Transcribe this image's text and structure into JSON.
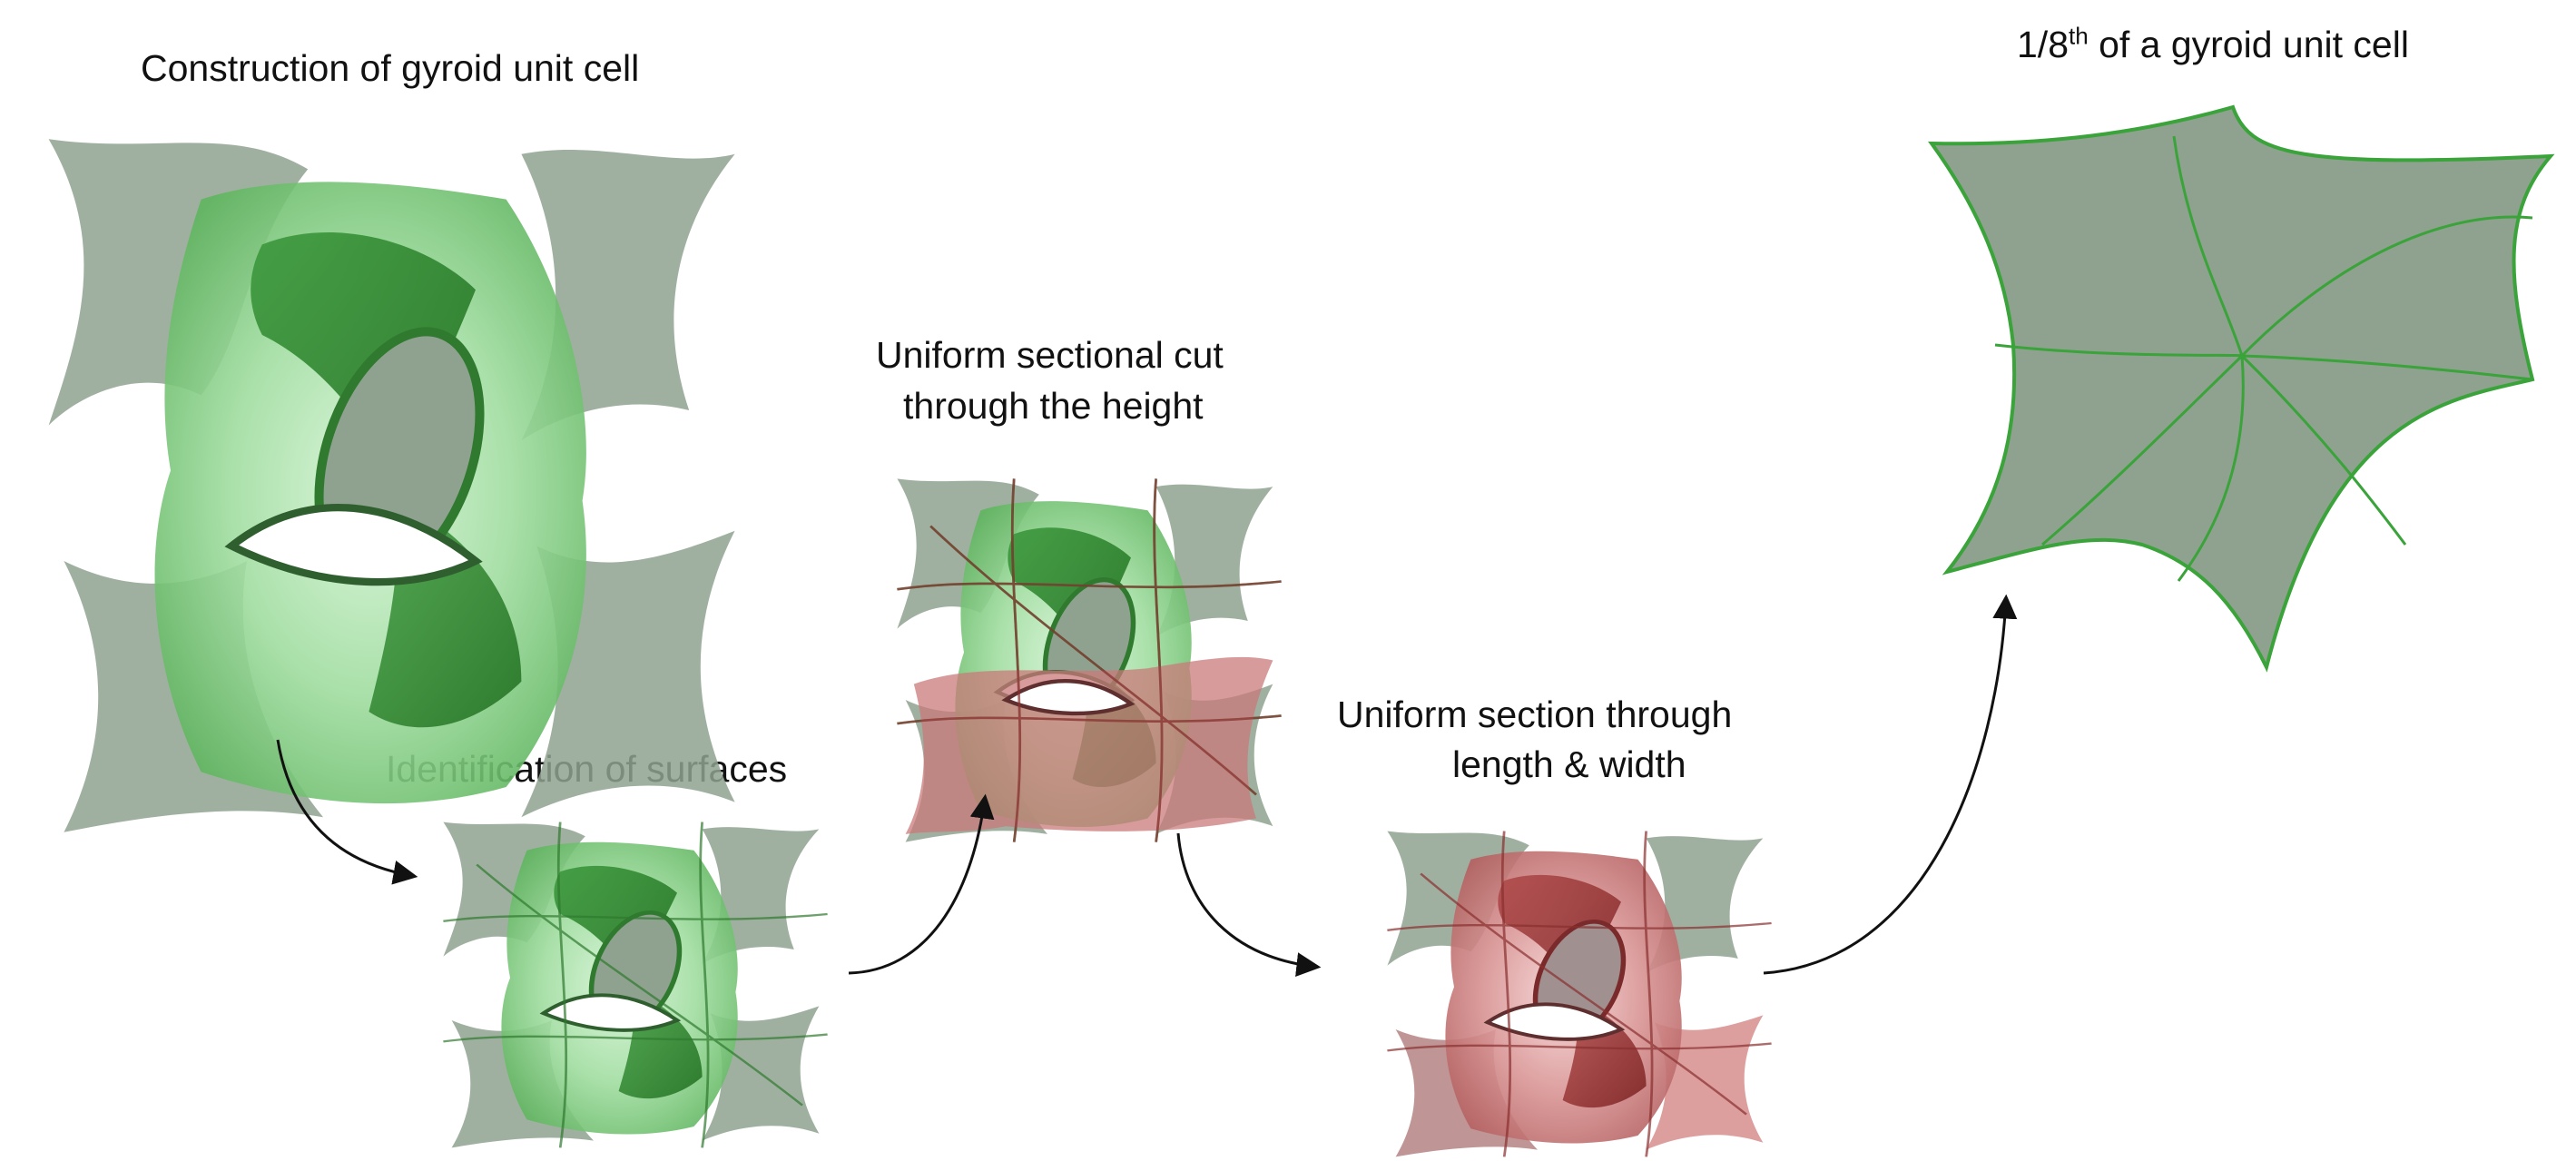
{
  "steps": {
    "construction": {
      "title": "Construction of gyroid unit cell"
    },
    "identification": {
      "title": "Identification of surfaces"
    },
    "height_cut": {
      "title_line1": "Uniform sectional cut",
      "title_line2": "through the height"
    },
    "length_width_cut": {
      "title_line1": "Uniform section through",
      "title_line2": "length & width"
    },
    "eighth_cell": {
      "title_prefix": "1/8",
      "title_superscript": "th",
      "title_suffix": " of a gyroid unit cell"
    }
  },
  "colors": {
    "gray_surface": "#8fa28f",
    "light_green": "#a8e0a8",
    "dark_green": "#2f8a2f",
    "red_surface": "#c97a7a",
    "edge_green": "#3aa33a",
    "arrow": "#111111"
  }
}
